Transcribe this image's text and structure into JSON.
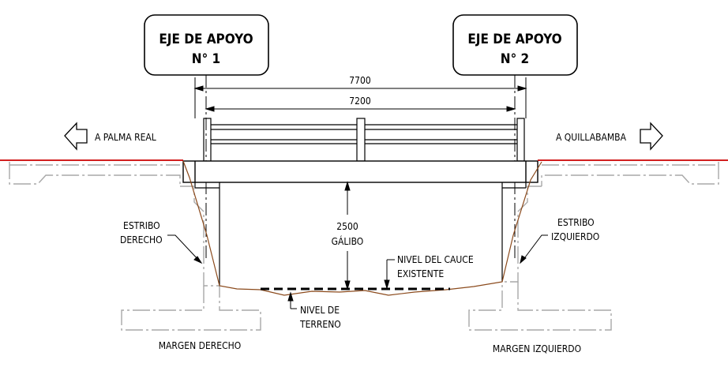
{
  "labels": {
    "support_axis_1_line1": "EJE DE APOYO",
    "support_axis_1_line2": "N° 1",
    "support_axis_2_line1": "EJE DE APOYO",
    "support_axis_2_line2": "N° 2",
    "dim_total": "7700",
    "dim_span": "7200",
    "dir_left": "A PALMA REAL",
    "dir_right": "A QUILLABAMBA",
    "clearance_value": "2500",
    "clearance_label": "GÁLIBO",
    "abutment_right_line1": "ESTRIBO",
    "abutment_right_line2": "DERECHO",
    "abutment_left_line1": "ESTRIBO",
    "abutment_left_line2": "IZQUIERDO",
    "channel_level_line1": "NIVEL DEL CAUCE",
    "channel_level_line2": "EXISTENTE",
    "ground_level_line1": "NIVEL DE",
    "ground_level_line2": "TERRENO",
    "bank_right": "MARGEN DERECHO",
    "bank_left": "MARGEN IZQUIERDO"
  },
  "colors": {
    "road_line": "#cc0000",
    "terrain_line": "#8b4a1c",
    "hidden_lines": "#a8a8a8",
    "drawing_lines": "#000000"
  }
}
